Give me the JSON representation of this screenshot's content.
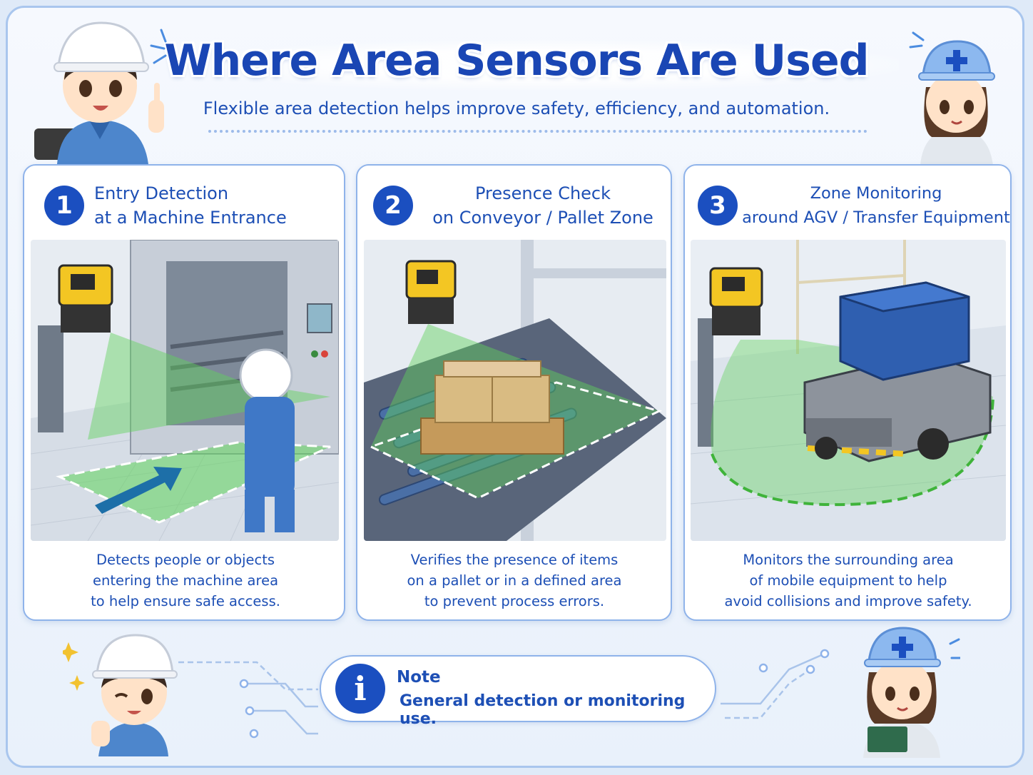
{
  "header": {
    "title": "Where Area Sensors Are Used",
    "subtitle": "Flexible area detection helps improve safety, efficiency, and automation."
  },
  "panels": [
    {
      "number": "1",
      "title_line1": "Entry Detection",
      "title_line2": "at a Machine Entrance",
      "desc_line1": "Detects people or objects",
      "desc_line2": "entering the machine area",
      "desc_line3": "to help ensure safe access."
    },
    {
      "number": "2",
      "title_line1": "Presence Check",
      "title_line2": "on Conveyor / Pallet Zone",
      "desc_line1": "Verifies the presence of items",
      "desc_line2": "on a pallet or in a defined area",
      "desc_line3": "to prevent process errors."
    },
    {
      "number": "3",
      "title_line1": "Zone Monitoring",
      "title_line2": "around AGV / Transfer Equipment",
      "desc_line1": "Monitors the surrounding area",
      "desc_line2": "of mobile equipment to help",
      "desc_line3": "avoid collisions and improve safety."
    }
  ],
  "note": {
    "icon": "i",
    "label": "Note",
    "text": "General detection or monitoring use."
  },
  "colors": {
    "accent": "#1b4fc0",
    "text": "#1d4fb5",
    "detection_zone": "#5fd35a",
    "sensor_yellow": "#f3c623"
  },
  "icons": [
    "info-icon",
    "sensor-icon",
    "worker-avatar-icon",
    "sparkle-icon"
  ]
}
